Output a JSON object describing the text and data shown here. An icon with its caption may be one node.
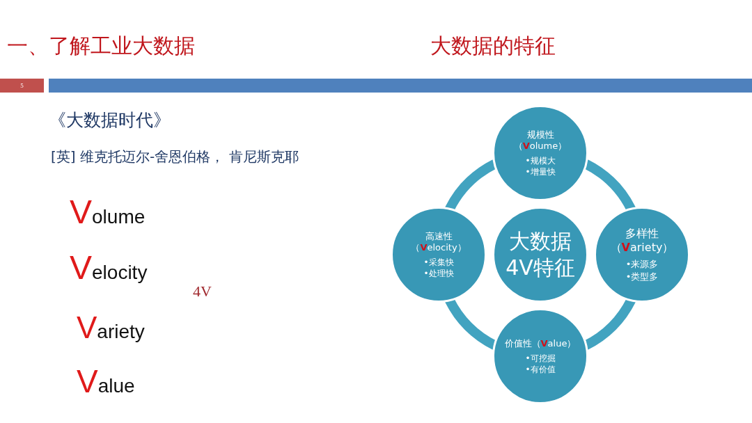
{
  "diagram": {
    "title": "一、了解工业大数据",
    "nodes": [
      {
        "text": [
          "规模性（Volume）",
          "•规模大",
          "•增量快"
        ]
      },
      {
        "text": [
          "高速性（Velocity）",
          "•采集快",
          "•处理快"
        ]
      },
      {
        "text": [
          "大数据4V特征"
        ]
      },
      {
        "text": [
          "多样性（Variety）",
          "•来源多",
          "•类型多"
        ]
      },
      {
        "text": [
          "价值性（Value）",
          "•可挖掘",
          "•有价值"
        ]
      }
    ],
    "edges": [
      {
        "from": 0,
        "to": 3,
        "arrow": "none"
      },
      {
        "from": 3,
        "to": 4,
        "arrow": "none"
      },
      {
        "from": 4,
        "to": 1,
        "arrow": "none"
      },
      {
        "from": 1,
        "to": 0,
        "arrow": "none"
      }
    ],
    "labels": [
      "大数据的特征",
      "5",
      "《大数据时代》",
      "[英] 维克托迈尔-舍恩伯格， 肯尼斯克耶",
      "Volume",
      "Velocity",
      "4V",
      "Variety",
      "Value"
    ]
  }
}
